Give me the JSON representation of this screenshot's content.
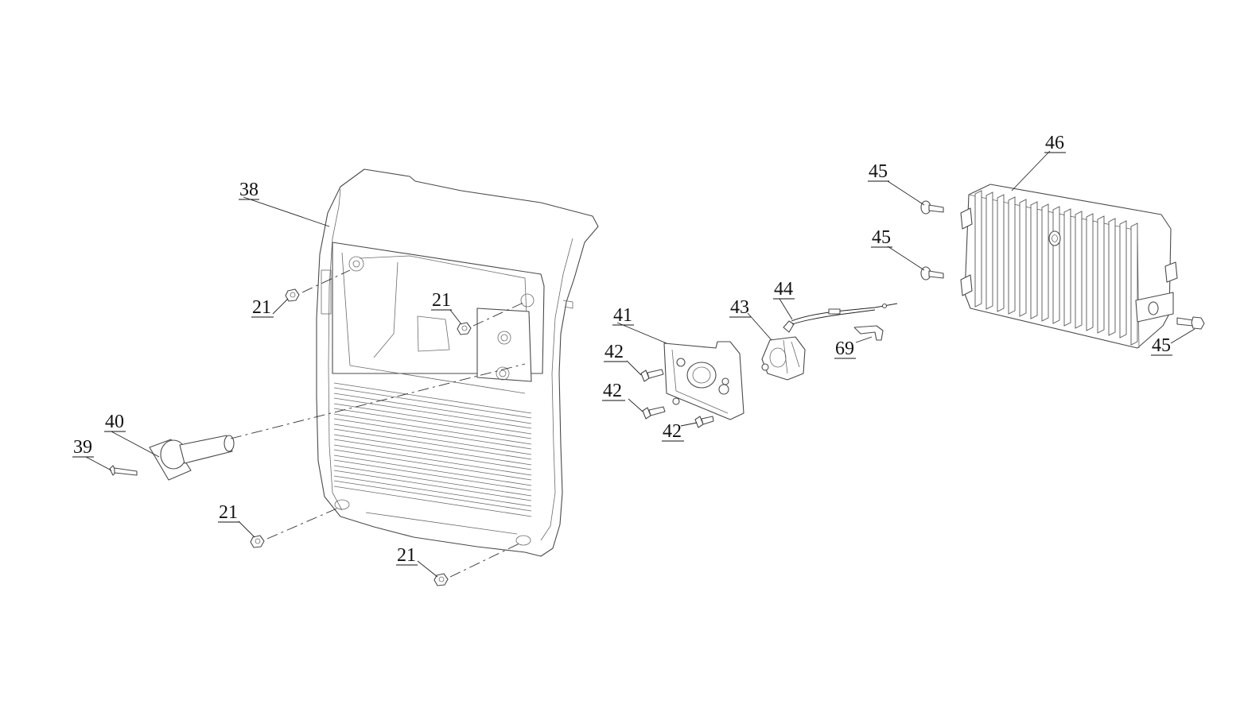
{
  "diagram": {
    "type": "exploded-parts-view",
    "callouts": [
      {
        "id": "c38",
        "label": "38"
      },
      {
        "id": "c21a",
        "label": "21"
      },
      {
        "id": "c21b",
        "label": "21"
      },
      {
        "id": "c21c",
        "label": "21"
      },
      {
        "id": "c21d",
        "label": "21"
      },
      {
        "id": "c40",
        "label": "40"
      },
      {
        "id": "c39",
        "label": "39"
      },
      {
        "id": "c41",
        "label": "41"
      },
      {
        "id": "c42a",
        "label": "42"
      },
      {
        "id": "c42b",
        "label": "42"
      },
      {
        "id": "c42c",
        "label": "42"
      },
      {
        "id": "c43",
        "label": "43"
      },
      {
        "id": "c44",
        "label": "44"
      },
      {
        "id": "c69",
        "label": "69"
      },
      {
        "id": "c45a",
        "label": "45"
      },
      {
        "id": "c45b",
        "label": "45"
      },
      {
        "id": "c45c",
        "label": "45"
      },
      {
        "id": "c46",
        "label": "46"
      }
    ]
  }
}
